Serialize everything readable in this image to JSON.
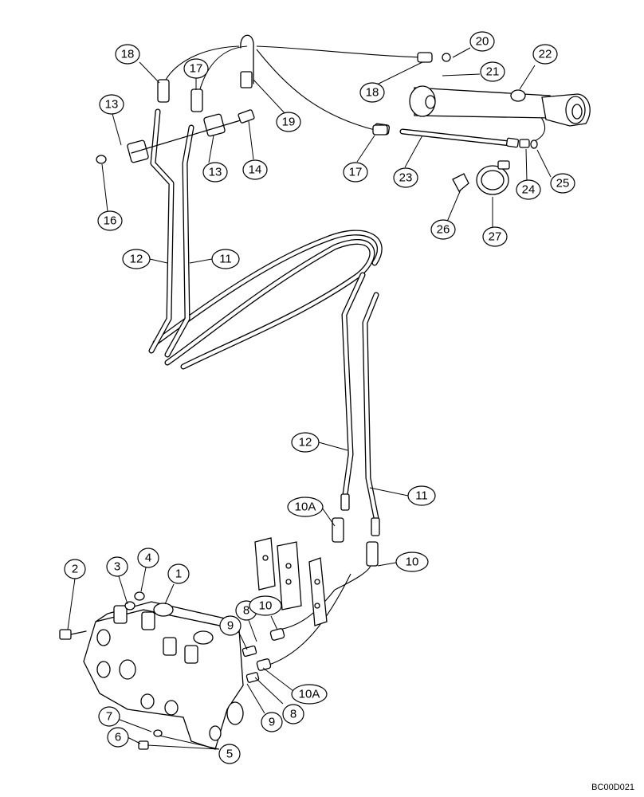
{
  "drawing_code": "BC00D021",
  "callouts": [
    {
      "id": "c1",
      "label": "1"
    },
    {
      "id": "c2",
      "label": "2"
    },
    {
      "id": "c3",
      "label": "3"
    },
    {
      "id": "c4",
      "label": "4"
    },
    {
      "id": "c5",
      "label": "5"
    },
    {
      "id": "c6",
      "label": "6"
    },
    {
      "id": "c7",
      "label": "7"
    },
    {
      "id": "c8a",
      "label": "8"
    },
    {
      "id": "c8b",
      "label": "8"
    },
    {
      "id": "c9a",
      "label": "9"
    },
    {
      "id": "c9b",
      "label": "9"
    },
    {
      "id": "c10a",
      "label": "10"
    },
    {
      "id": "c10b",
      "label": "10"
    },
    {
      "id": "c10Aa",
      "label": "10A"
    },
    {
      "id": "c10Ab",
      "label": "10A"
    },
    {
      "id": "c11a",
      "label": "11"
    },
    {
      "id": "c11b",
      "label": "11"
    },
    {
      "id": "c12a",
      "label": "12"
    },
    {
      "id": "c12b",
      "label": "12"
    },
    {
      "id": "c13a",
      "label": "13"
    },
    {
      "id": "c13b",
      "label": "13"
    },
    {
      "id": "c14",
      "label": "14"
    },
    {
      "id": "c16",
      "label": "16"
    },
    {
      "id": "c17a",
      "label": "17"
    },
    {
      "id": "c17b",
      "label": "17"
    },
    {
      "id": "c18a",
      "label": "18"
    },
    {
      "id": "c18b",
      "label": "18"
    },
    {
      "id": "c19",
      "label": "19"
    },
    {
      "id": "c20",
      "label": "20"
    },
    {
      "id": "c21",
      "label": "21"
    },
    {
      "id": "c22",
      "label": "22"
    },
    {
      "id": "c23",
      "label": "23"
    },
    {
      "id": "c24",
      "label": "24"
    },
    {
      "id": "c25",
      "label": "25"
    },
    {
      "id": "c26",
      "label": "26"
    },
    {
      "id": "c27",
      "label": "27"
    }
  ]
}
